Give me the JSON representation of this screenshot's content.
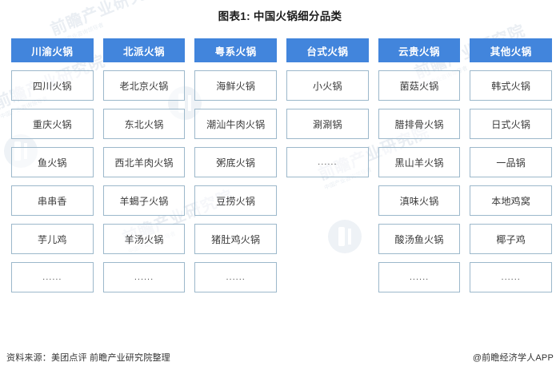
{
  "title": "图表1: 中国火锅细分品类",
  "colors": {
    "header_blue": "#4285dc",
    "cell_border": "#9cb8cb",
    "background": "#ffffff",
    "text": "#333333"
  },
  "ellipsis": "......",
  "columns": [
    {
      "header": "川渝火锅",
      "items": [
        "四川火锅",
        "重庆火锅",
        "鱼火锅",
        "串串香",
        "芋儿鸡",
        "......"
      ]
    },
    {
      "header": "北派火锅",
      "items": [
        "老北京火锅",
        "东北火锅",
        "西北羊肉火锅",
        "羊蝎子火锅",
        "羊汤火锅",
        "......"
      ]
    },
    {
      "header": "粤系火锅",
      "items": [
        "海鲜火锅",
        "潮汕牛肉火锅",
        "粥底火锅",
        "豆捞火锅",
        "猪肚鸡火锅",
        "......"
      ]
    },
    {
      "header": "台式火锅",
      "items": [
        "小火锅",
        "涮涮锅",
        "......"
      ]
    },
    {
      "header": "云贵火锅",
      "items": [
        "菌菇火锅",
        "腊排骨火锅",
        "黑山羊火锅",
        "滇味火锅",
        "酸汤鱼火锅",
        "......"
      ]
    },
    {
      "header": "其他火锅",
      "items": [
        "韩式火锅",
        "日式火锅",
        "一品锅",
        "本地鸡窝",
        "椰子鸡",
        "......"
      ]
    }
  ],
  "footer": {
    "source": "资料来源：美团点评 前瞻产业研究院整理",
    "credit": "@前瞻经济学人APP"
  },
  "watermark": {
    "brand": "前瞻产业研究院",
    "sub": "中国产业咨询领导者"
  }
}
